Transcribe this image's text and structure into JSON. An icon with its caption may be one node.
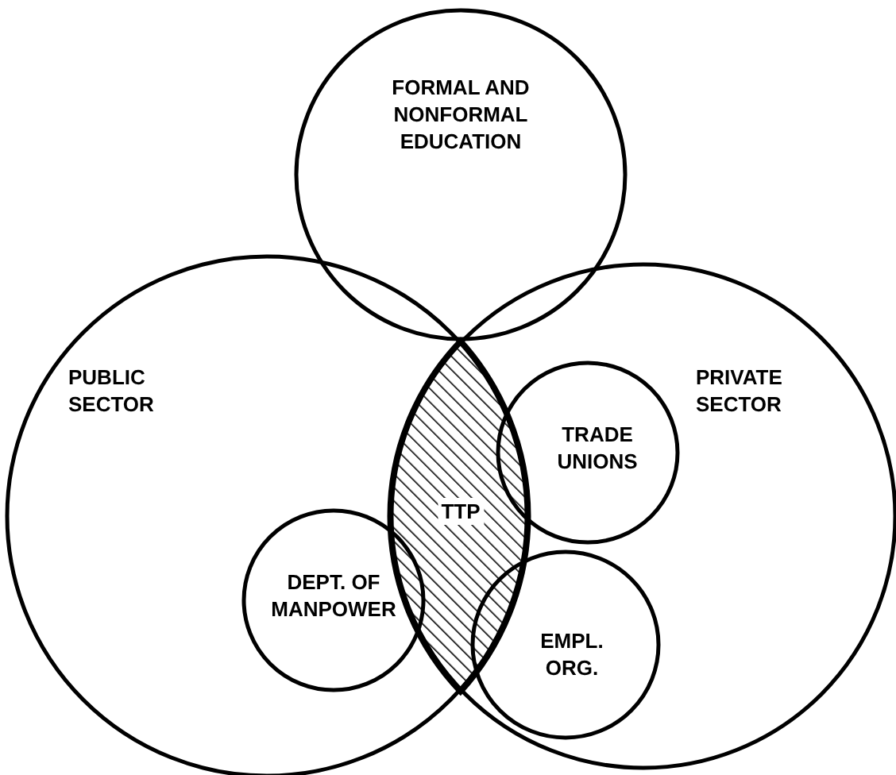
{
  "diagram": {
    "nodes": [
      {
        "text": [
          "FORMAL AND NONFORMAL EDUCATION"
        ]
      },
      {
        "text": [
          "PUBLIC SECTOR"
        ]
      },
      {
        "text": [
          "PRIVATE SECTOR"
        ]
      },
      {
        "text": [
          "TTP"
        ]
      },
      {
        "text": [
          "TRADE UNIONS"
        ],
        "in": 2
      },
      {
        "text": [
          "DEPT. OF MANPOWER"
        ],
        "in": 1
      },
      {
        "text": [
          "EMPL. ORG."
        ],
        "in": 2
      }
    ]
  }
}
